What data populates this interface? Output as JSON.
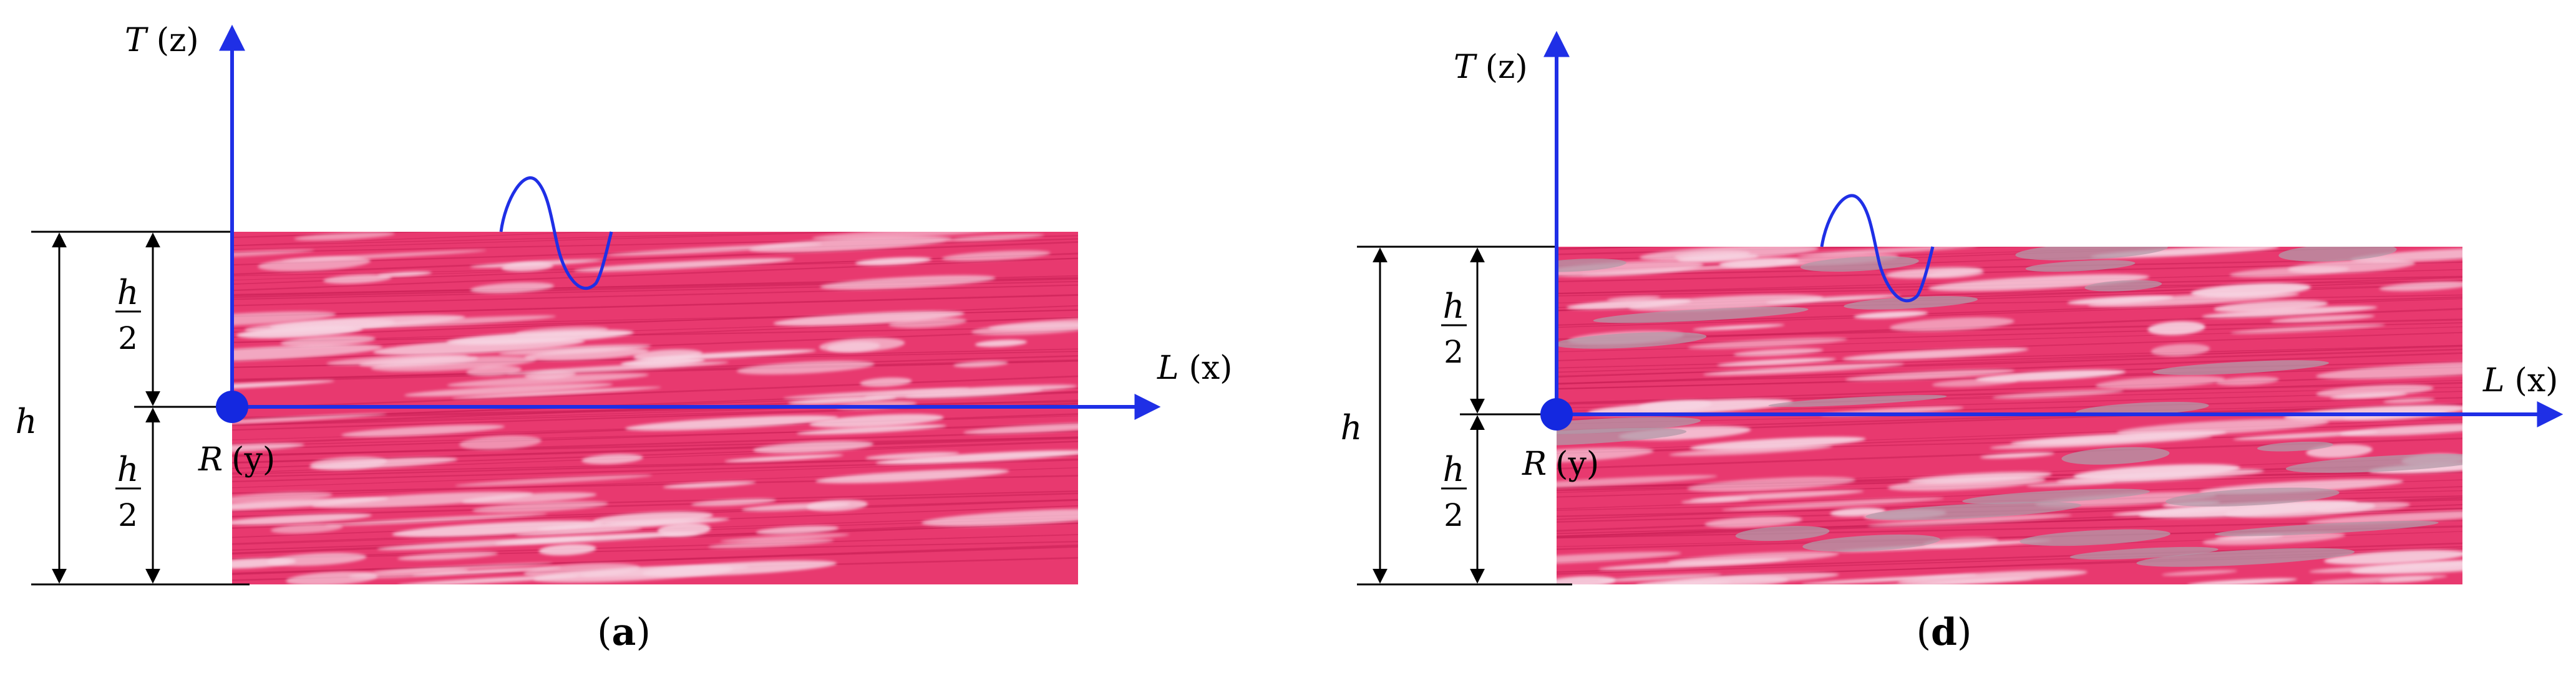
{
  "panels": [
    {
      "caption": {
        "open": "(",
        "letter": "a",
        "close": ")"
      },
      "axes": {
        "vertical": {
          "name": "T",
          "coord": "(z)"
        },
        "horizontal": {
          "name": "L",
          "coord": "(x)"
        },
        "out_of_plane": {
          "name": "R",
          "coord": "(y)"
        }
      },
      "dimensions": {
        "total": "h",
        "half_numerator": "h",
        "half_denominator": "2"
      }
    },
    {
      "caption": {
        "open": "(",
        "letter": "d",
        "close": ")"
      },
      "axes": {
        "vertical": {
          "name": "T",
          "coord": "(z)"
        },
        "horizontal": {
          "name": "L",
          "coord": "(x)"
        },
        "out_of_plane": {
          "name": "R",
          "coord": "(y)"
        }
      },
      "dimensions": {
        "total": "h",
        "half_numerator": "h",
        "half_denominator": "2"
      }
    }
  ],
  "colors": {
    "axis": "#1f2fe6",
    "origin_dot": "#1428e0",
    "dimension_line": "#000000",
    "tissue_base": "#e8396f",
    "tissue_light": "#f7d4e2",
    "tissue_dark": "#c81e55"
  }
}
